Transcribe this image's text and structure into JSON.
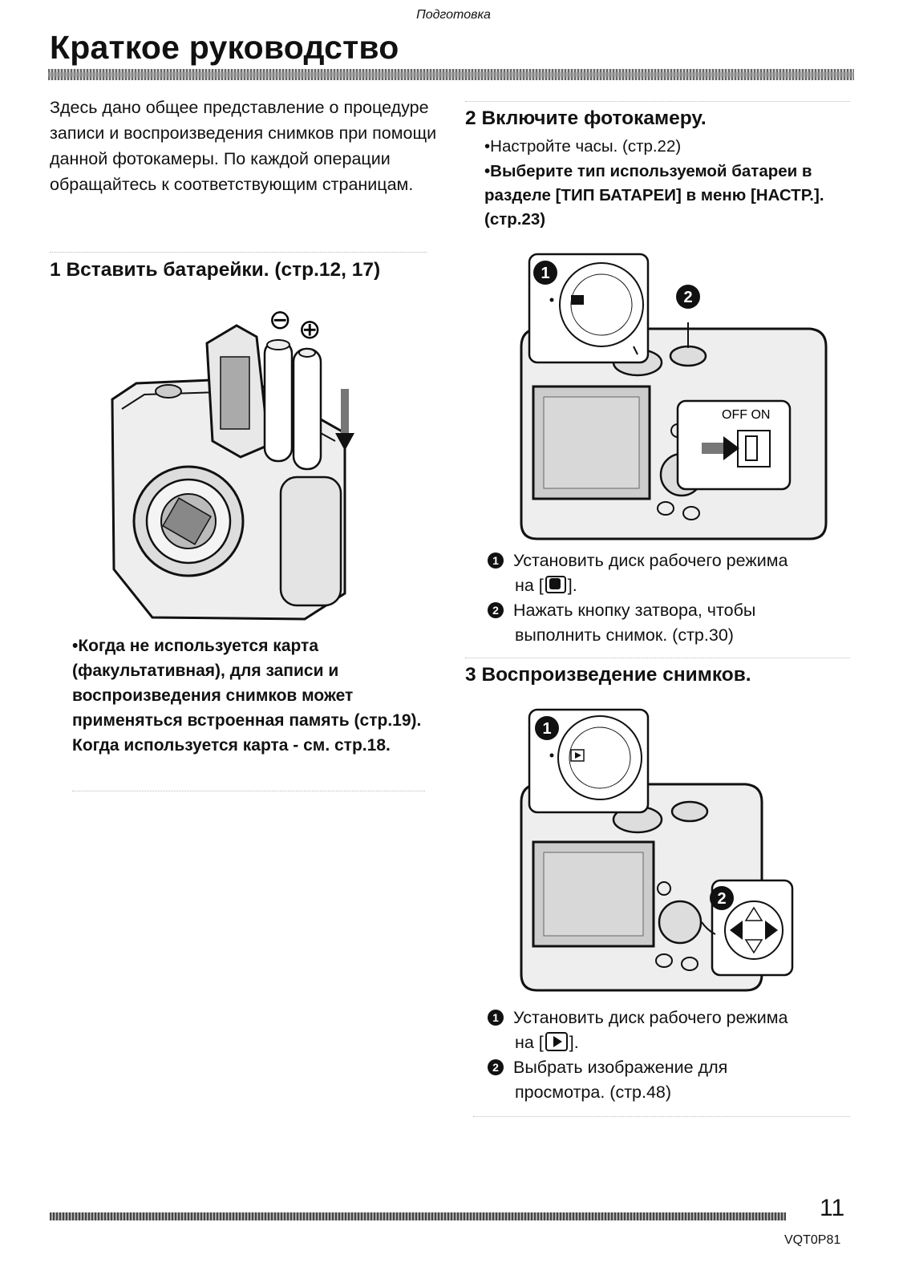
{
  "header": {
    "section": "Подготовка",
    "title": "Краткое руководство"
  },
  "intro": "Здесь дано общее представление о процедуре записи и воспроизведения снимков при помощи данной фотокамеры. По каждой операции обращайтесь к соответствующим страницам.",
  "step1": {
    "number": "1",
    "title": "Вставить батарейки. (стр.12, 17)",
    "note": "•Когда не используется карта (факультативная), для записи и воспроизведения снимков может применяться встроенная память (стр.19). Когда используется карта - см. стр.18.",
    "illustration": {
      "minus": "⊖",
      "plus": "⊕"
    }
  },
  "step2": {
    "number": "2",
    "title": "Включите фотокамеру.",
    "bullet1": "•Настройте часы. (стр.22)",
    "bullet2": "•Выберите тип используемой батареи в разделе [ТИП БАТАРЕИ] в меню [НАСТР.]. (стр.23)",
    "switch_label": "OFF ON",
    "markers": [
      "1",
      "2"
    ],
    "item1_line1": "Установить диск рабочего режима",
    "item1_line2_prefix": "на [",
    "item1_line2_suffix": "].",
    "item2_line1": "Нажать кнопку затвора, чтобы",
    "item2_line2": "выполнить снимок. (стр.30)"
  },
  "step3": {
    "number": "3",
    "title": "Воспроизведение снимков.",
    "markers": [
      "1",
      "2"
    ],
    "item1_line1": "Установить диск рабочего режима",
    "item1_line2_prefix": "на [",
    "item1_line2_suffix": "].",
    "item2_line1": "Выбрать изображение для",
    "item2_line2": "просмотра. (стр.48)"
  },
  "footer": {
    "page_number": "11",
    "doc_code": "VQT0P81"
  },
  "icons": {
    "camera_mode": "camera-icon",
    "playback_mode": "play-icon"
  }
}
